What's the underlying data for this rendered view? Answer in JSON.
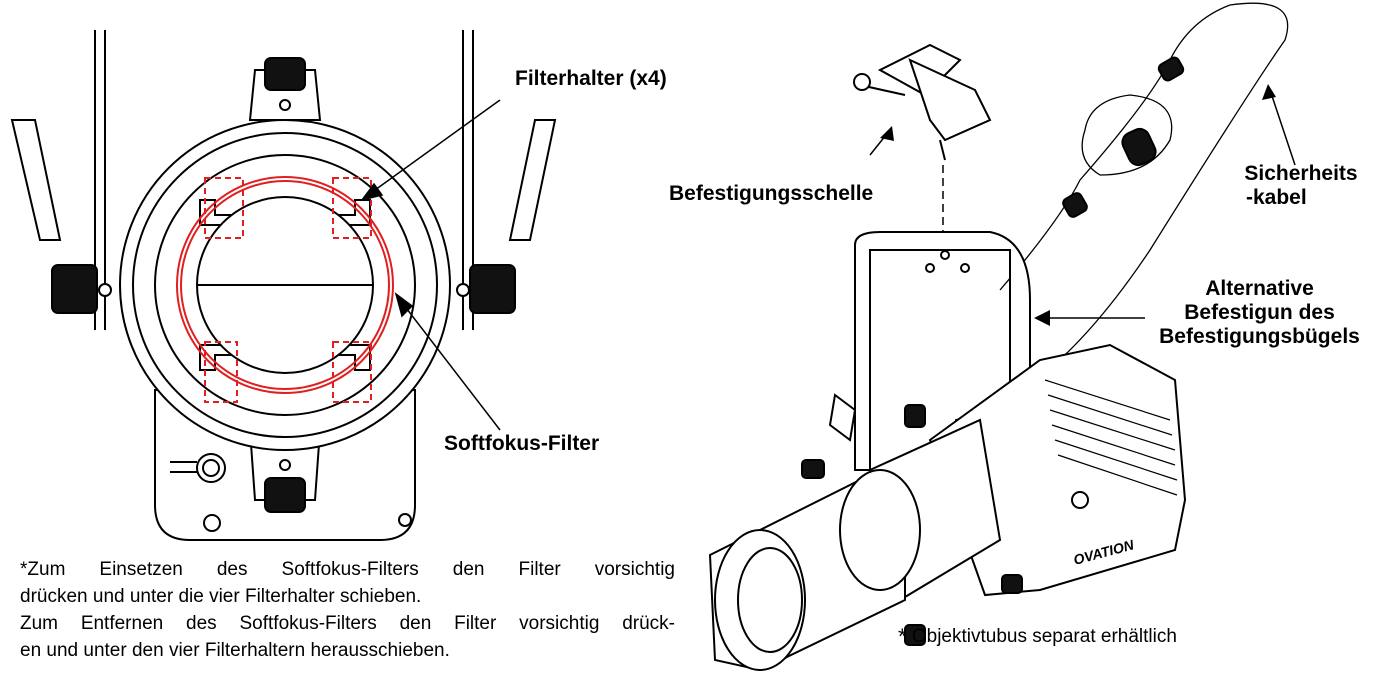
{
  "left_figure": {
    "labels": {
      "filter_holder": "Filterhalter (x4)",
      "softfocus_filter": "Softfokus-Filter"
    },
    "note": {
      "line1": "*Zum Einsetzen des Softfokus-Filters den Filter vorsichtig",
      "line2": "drücken und unter die vier Filterhalter schieben.",
      "line3": "Zum Entfernen des Softfokus-Filters den Filter vorsichtig drück-",
      "line4": "en und unter den vier Filterhaltern herausschieben."
    }
  },
  "right_figure": {
    "labels": {
      "clamp": "Befestigungsschelle",
      "safety_cable_1": "Sicherheits",
      "safety_cable_2": "-kabel",
      "alt_mount_1": "Alternative",
      "alt_mount_2": "Befestigun des",
      "alt_mount_3": "Befestigungsbügels"
    },
    "brand": "OVATION",
    "lens_note_asterisk": "*",
    "lens_note": "Objektivtubus separat erhältlich"
  },
  "colors": {
    "line": "#000000",
    "highlight_red": "#e02020"
  }
}
